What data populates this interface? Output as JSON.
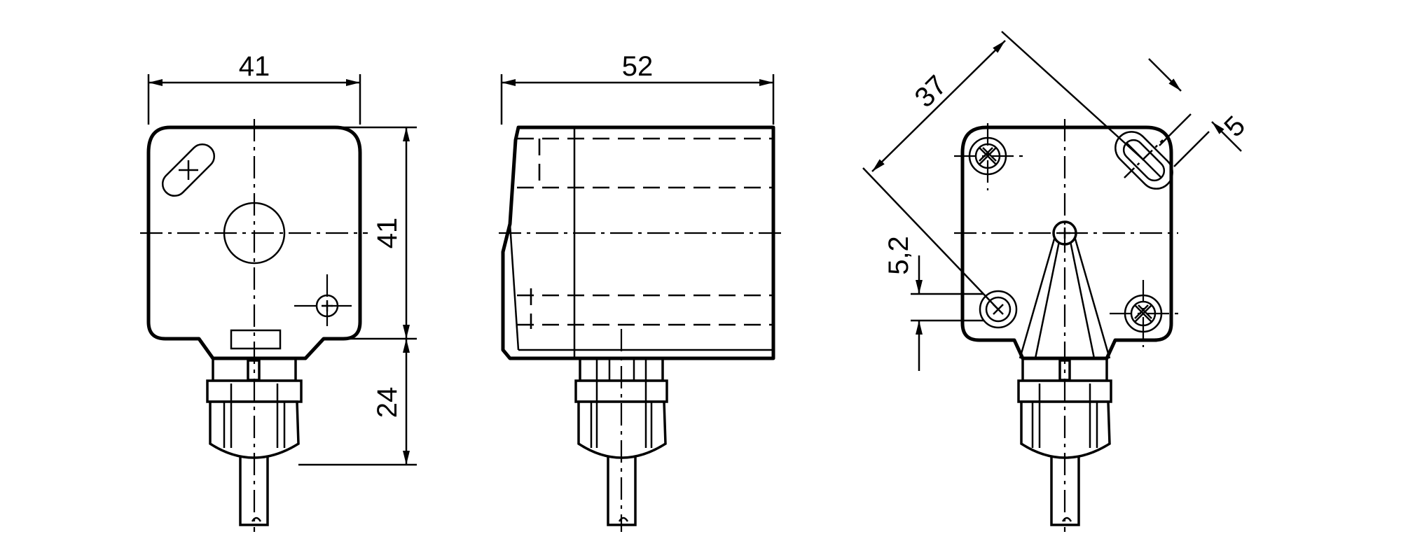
{
  "dimensions": {
    "front_width": "41",
    "front_height": "41",
    "cable_length": "24",
    "side_length": "52",
    "diagonal": "37",
    "hole_diameter": "5,2",
    "slot_width": "5"
  },
  "colors": {
    "line": "#000000",
    "background": "#ffffff"
  }
}
